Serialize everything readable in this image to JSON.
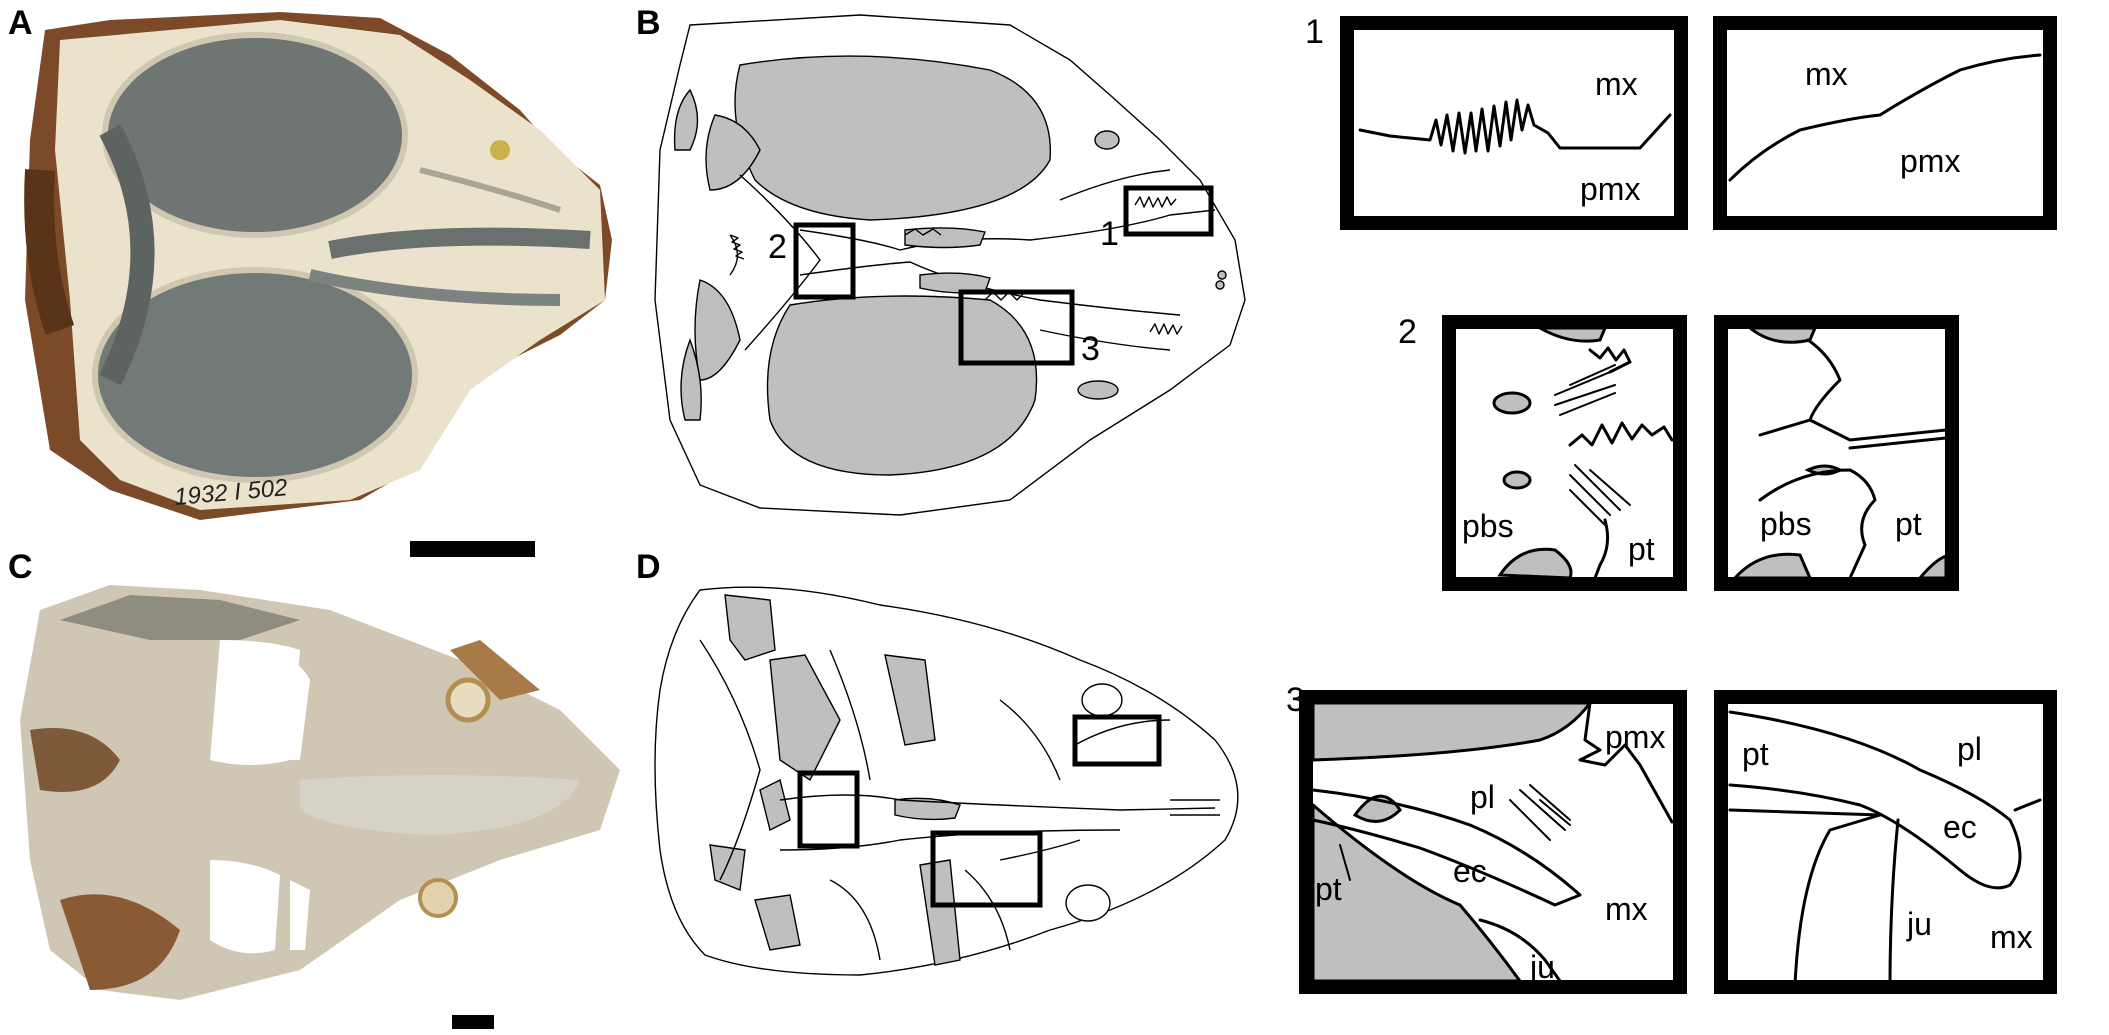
{
  "panels": {
    "A": "A",
    "B": "B",
    "C": "C",
    "D": "D"
  },
  "insets": {
    "one": {
      "number": "1",
      "left": {
        "mx": "mx",
        "pmx": "pmx"
      },
      "right": {
        "mx": "mx",
        "pmx": "pmx"
      }
    },
    "two": {
      "number": "2",
      "left": {
        "pbs": "pbs",
        "pt": "pt"
      },
      "right": {
        "pbs": "pbs",
        "pt": "pt"
      }
    },
    "three": {
      "number": "3",
      "left": {
        "pmx": "pmx",
        "pl": "pl",
        "pt": "pt",
        "ec": "ec",
        "mx": "mx",
        "ju": "ju"
      },
      "right": {
        "pt": "pt",
        "pl": "pl",
        "ec": "ec",
        "ju": "ju",
        "mx": "mx"
      }
    }
  },
  "drawing_b_box_labels": [
    "1",
    "2",
    "3"
  ],
  "specimen_number": "1932 I 502",
  "colors": {
    "frame": "#000000",
    "bone_fill": "#ffffff",
    "opening_fill": "#bfbfbf",
    "photo_matrix": "#6f7574",
    "photo_bone": "#e9e0c8",
    "photo_rust": "#8a4a22"
  }
}
